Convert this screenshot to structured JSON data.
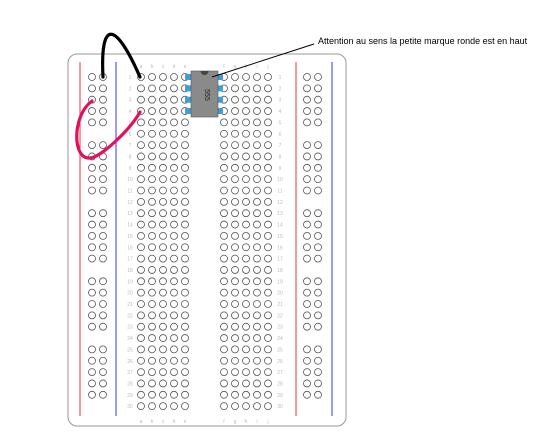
{
  "annotation": {
    "text": "Attention au sens la petite marque ronde est en haut"
  },
  "chip": {
    "label": "555"
  },
  "breadboard": {
    "rows": 30,
    "left_columns": [
      "a",
      "b",
      "c",
      "d",
      "e"
    ],
    "right_columns": [
      "f",
      "g",
      "h",
      "i",
      "j"
    ]
  },
  "colors": {
    "board": "#ffffff",
    "board_border": "#999999",
    "hole": "#ffffff",
    "hole_border": "#555555",
    "rail_red": "#e03a3a",
    "rail_blue": "#3a3ae0",
    "chip_body": "#8a8a8a",
    "chip_pin": "#3b9fd8",
    "wire_black": "#000000",
    "wire_red": "#e0115f"
  }
}
